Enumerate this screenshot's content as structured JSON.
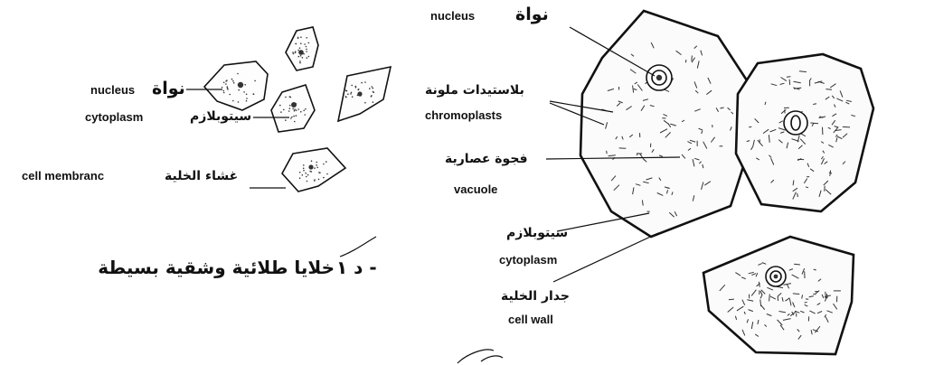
{
  "epithelial": {
    "nucleus_en": "nucleus",
    "nucleus_ar": "نواة",
    "cytoplasm_en": "cytoplasm",
    "cytoplasm_ar": "سيتوبلازم",
    "membrane_en": "cell membranc",
    "membrane_ar": "غشاء الخلية",
    "caption": "خلايا طلائية وشقية بسيطة",
    "caption_prefix": "د ١ -"
  },
  "plant": {
    "nucleus_en": "nucleus",
    "nucleus_ar": "نواة",
    "chromoplasts_ar": "بلاستيدات ملونة",
    "chromoplasts_en": "chromoplasts",
    "vacuole_ar": "فجوة عصارية",
    "vacuole_en": "vacuole",
    "cytoplasm_ar": "سيتوبلازم",
    "cytoplasm_en": "cytoplasm",
    "wall_ar": "جدار الخلية",
    "wall_en": "cell wall"
  }
}
